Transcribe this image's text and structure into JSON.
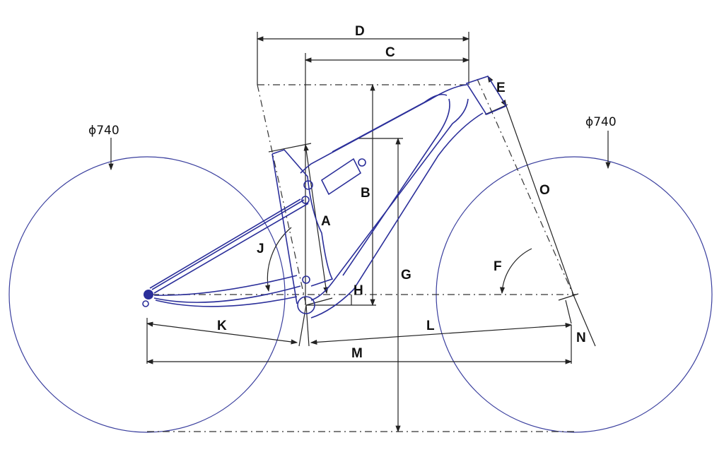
{
  "diagram": {
    "rear_wheel_diameter_label": "ϕ740",
    "front_wheel_diameter_label": "ϕ740",
    "labels": {
      "A": "A",
      "B": "B",
      "C": "C",
      "D": "D",
      "E": "E",
      "F": "F",
      "G": "G",
      "H": "H",
      "J": "J",
      "K": "K",
      "L": "L",
      "M": "M",
      "N": "N",
      "O": "O"
    },
    "colors": {
      "frame": "#2b2f9a",
      "wheel": "#3a3f9e",
      "dimension": "#222222"
    }
  }
}
